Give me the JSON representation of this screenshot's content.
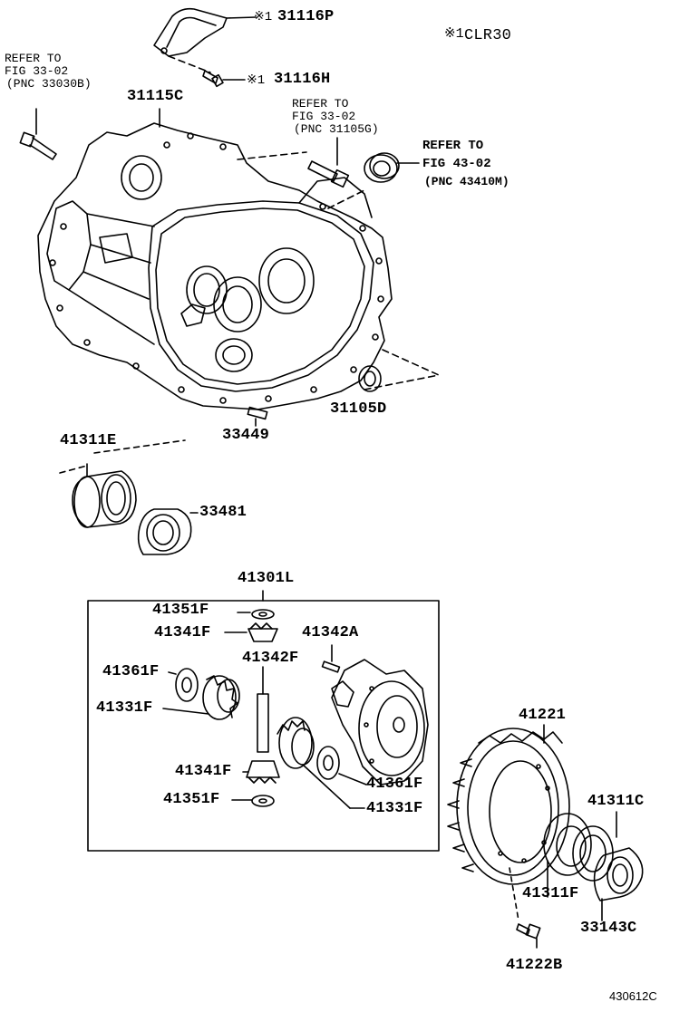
{
  "note": {
    "mark": "※1",
    "code": "CLR30"
  },
  "refs": {
    "ref_33030b": {
      "line1": "REFER TO",
      "line2": "FIG 33-02",
      "line3": "(PNC 33030B)"
    },
    "ref_31105g": {
      "line1": "REFER TO",
      "line2": "FIG 33-02",
      "line3": "(PNC 31105G)"
    },
    "ref_43410m": {
      "line1": "REFER TO",
      "line2": "FIG 43-02",
      "line3": "(PNC 43410M)"
    }
  },
  "parts": {
    "p31116P": "31116P",
    "p31116H": "31116H",
    "p31115C": "31115C",
    "p31105D": "31105D",
    "p33449": "33449",
    "p41311E": "41311E",
    "p33481": "33481",
    "p41301L": "41301L",
    "p41351F_top": "41351F",
    "p41341F_top": "41341F",
    "p41342A": "41342A",
    "p41342F": "41342F",
    "p41361F_left": "41361F",
    "p41331F_left": "41331F",
    "p41341F_bot": "41341F",
    "p41361F_right": "41361F",
    "p41351F_bot": "41351F",
    "p41331F_right": "41331F",
    "p41221": "41221",
    "p41311C": "41311C",
    "p41311F": "41311F",
    "p33143C": "33143C",
    "p41222B": "41222B"
  },
  "marks": {
    "m1": "※1",
    "m2": "※1"
  },
  "figure_code": "430612C"
}
